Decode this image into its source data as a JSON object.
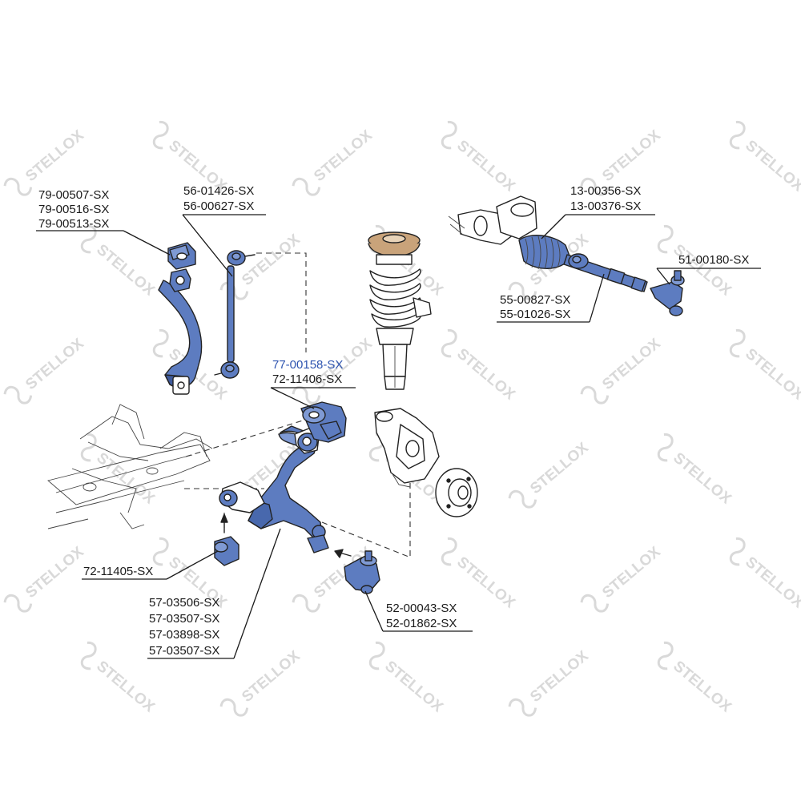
{
  "watermark": {
    "brand": "STELLOX"
  },
  "labels": {
    "stabilizer_bushing": [
      "79-00507-SX",
      "79-00516-SX",
      "79-00513-SX"
    ],
    "stabilizer_link": [
      "56-01426-SX",
      "56-00627-SX"
    ],
    "steering_rack_boot": [
      "13-00356-SX",
      "13-00376-SX"
    ],
    "tie_rod_end": [
      "51-00180-SX"
    ],
    "tie_rod": [
      "55-00827-SX",
      "55-01026-SX"
    ],
    "control_arm_rear_bushing": [
      "77-00158-SX",
      "72-11406-SX"
    ],
    "control_arm_front_bushing": [
      "72-11405-SX"
    ],
    "control_arm": [
      "57-03506-SX",
      "57-03507-SX",
      "57-03898-SX",
      "57-03507-SX"
    ],
    "ball_joint": [
      "52-00043-SX",
      "52-01862-SX"
    ]
  },
  "colors": {
    "highlight_part": "#5d7cc0",
    "highlight_label": "#2f55b0",
    "outline": "#222222",
    "watermark": "#d9d9d9"
  }
}
